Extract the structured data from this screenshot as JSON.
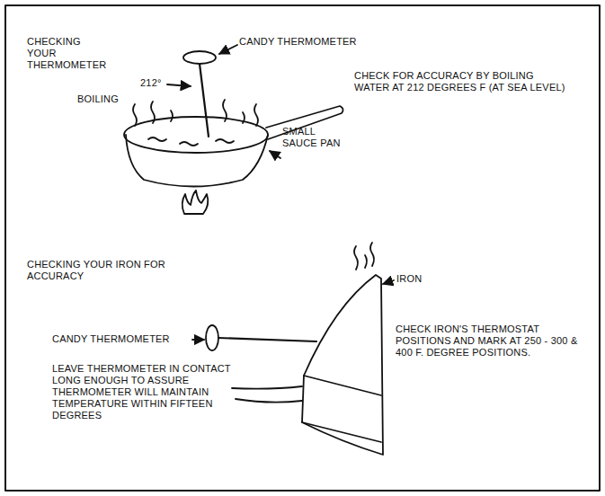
{
  "diagram": {
    "labels": [
      "CHECKING YOUR THERMOMETER",
      "CANDY THERMOMETER",
      "212°",
      "BOILING",
      "CHECK FOR ACCURACY BY BOILING WATER AT 212 DEGREES F (AT SEA LEVEL)",
      "SMALL SAUCE PAN",
      "CHECKING YOUR IRON FOR ACCURACY",
      "IRON",
      "CANDY THERMOMETER",
      "CHECK IRON'S THERMOSTAT POSITIONS AND MARK AT 250 - 300 & 400 F. DEGREE POSITIONS.",
      "LEAVE THERMOMETER IN CONTACT LONG ENOUGH TO ASSURE THERMOMETER WILL MAINTAIN TEMPERATURE WITHIN FIFTEEN DEGREES"
    ]
  }
}
